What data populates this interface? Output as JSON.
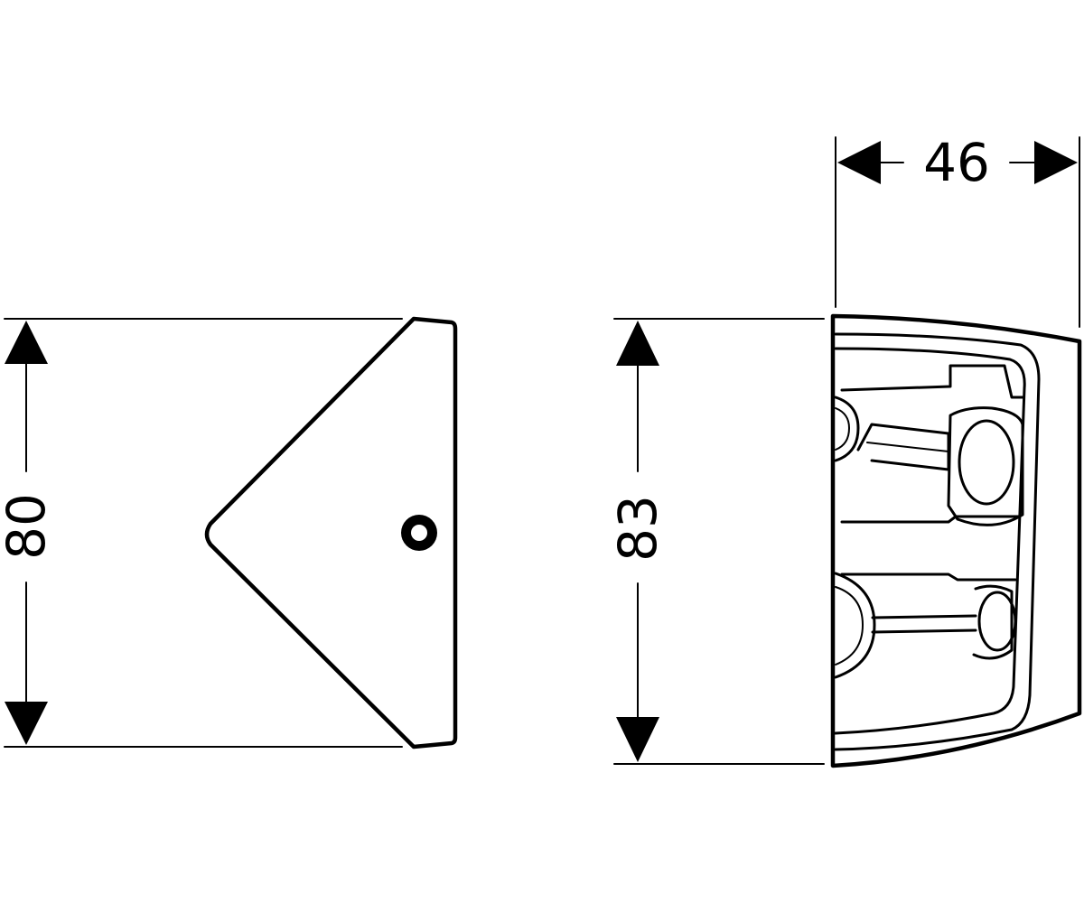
{
  "dimensions": {
    "front_height": "80",
    "side_height": "83",
    "side_depth": "46"
  },
  "colors": {
    "ink": "#000000",
    "background": "#ffffff"
  }
}
